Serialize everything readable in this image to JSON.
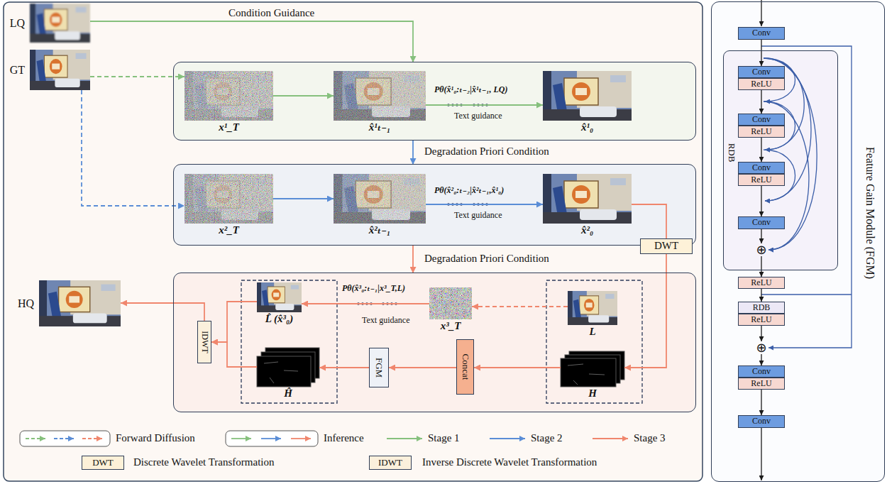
{
  "diagram": {
    "nodes": [
      {
        "text": [
          "LQ"
        ]
      },
      {
        "text": [
          "GT"
        ]
      },
      {
        "text": [
          "Pθ(x̂¹₀:ₜ₋₂|x̂¹ₜ₋₁, LQ)",
          "Text guidance"
        ]
      },
      {
        "text": [
          "x¹_T"
        ],
        "in": 2
      },
      {
        "text": [
          "x̂¹ₜ₋₁"
        ],
        "in": 2
      },
      {
        "text": [
          "x̂¹₀"
        ],
        "in": 2
      },
      {
        "text": [
          "Pθ(x̂²₀:ₜ₋₂|x̂²ₜ₋₁,x̂¹₀)",
          "Text guidance"
        ]
      },
      {
        "text": [
          "x²_T"
        ],
        "in": 6
      },
      {
        "text": [
          "x̂²ₜ₋₁"
        ],
        "in": 6
      },
      {
        "text": [
          "x̂²₀"
        ],
        "in": 6
      },
      {
        "text": [
          "DWT"
        ]
      },
      {
        "text": [
          "Pθ(x̂³₀:ₜ₋₁|x³_T,L)",
          "Text guidance"
        ]
      },
      {
        "text": [
          "L̂ (x̂³₀)"
        ],
        "in": 11
      },
      {
        "text": [
          "Ĥ"
        ],
        "in": 11
      },
      {
        "text": [
          "x³_T"
        ],
        "in": 11
      },
      {
        "text": [
          "L"
        ],
        "in": 11
      },
      {
        "text": [
          "H"
        ],
        "in": 11
      },
      {
        "text": [
          "Concat"
        ],
        "in": 11
      },
      {
        "text": [
          "FGM"
        ],
        "in": 11
      },
      {
        "text": [
          "IDWT"
        ],
        "in": 11
      },
      {
        "text": [
          "HQ"
        ]
      },
      {
        "text": [
          "DWT"
        ]
      },
      {
        "text": [
          "IDWT"
        ]
      },
      {
        "text": [
          "Feature Gain Module (FGM)"
        ]
      },
      {
        "text": [
          "Conv"
        ],
        "in": 23
      },
      {
        "text": [
          "RDB"
        ],
        "in": 23
      },
      {
        "text": [
          "Conv"
        ],
        "in": 25
      },
      {
        "text": [
          "ReLU"
        ],
        "in": 25
      },
      {
        "text": [
          "Conv"
        ],
        "in": 25
      },
      {
        "text": [
          "ReLU"
        ],
        "in": 25
      },
      {
        "text": [
          "Conv"
        ],
        "in": 25
      },
      {
        "text": [
          "ReLU"
        ],
        "in": 25
      },
      {
        "text": [
          "Conv"
        ],
        "in": 25
      },
      {
        "text": [
          "⊕"
        ],
        "in": 25
      },
      {
        "text": [
          "ReLU"
        ],
        "in": 23
      },
      {
        "text": [
          "RDB"
        ],
        "in": 23
      },
      {
        "text": [
          "ReLU"
        ],
        "in": 23
      },
      {
        "text": [
          "⊕"
        ],
        "in": 23
      },
      {
        "text": [
          "Conv"
        ],
        "in": 23
      },
      {
        "text": [
          "ReLU"
        ],
        "in": 23
      },
      {
        "text": [
          "Conv"
        ],
        "in": 23
      }
    ],
    "edges": [
      {
        "from": 0,
        "to": 2,
        "arrow": "to",
        "label": "Condition Guidance"
      },
      {
        "from": 1,
        "to": 3,
        "arrow": "to"
      },
      {
        "from": 1,
        "to": 7,
        "arrow": "to"
      },
      {
        "from": 3,
        "to": 4,
        "arrow": "to"
      },
      {
        "from": 4,
        "to": 5,
        "arrow": "to"
      },
      {
        "from": 2,
        "to": 6,
        "arrow": "to",
        "label": "Degradation Priori Condition"
      },
      {
        "from": 7,
        "to": 8,
        "arrow": "to"
      },
      {
        "from": 8,
        "to": 9,
        "arrow": "to"
      },
      {
        "from": 6,
        "to": 11,
        "arrow": "to",
        "label": "Degradation Priori Condition"
      },
      {
        "from": 9,
        "to": 10,
        "arrow": "none"
      },
      {
        "from": 10,
        "to": 16,
        "arrow": "to"
      },
      {
        "from": 15,
        "to": 14,
        "arrow": "to"
      },
      {
        "from": 14,
        "to": 12,
        "arrow": "to"
      },
      {
        "from": 16,
        "to": 17,
        "arrow": "to"
      },
      {
        "from": 17,
        "to": 18,
        "arrow": "to"
      },
      {
        "from": 18,
        "to": 13,
        "arrow": "to"
      },
      {
        "from": 12,
        "to": 19,
        "arrow": "to"
      },
      {
        "from": 13,
        "to": 19,
        "arrow": "to"
      },
      {
        "from": 19,
        "to": 20,
        "arrow": "to"
      },
      {
        "from": 24,
        "to": 26,
        "arrow": "to"
      },
      {
        "from": 27,
        "to": 28,
        "arrow": "to"
      },
      {
        "from": 29,
        "to": 30,
        "arrow": "to"
      },
      {
        "from": 31,
        "to": 32,
        "arrow": "to"
      },
      {
        "from": 32,
        "to": 33,
        "arrow": "to"
      },
      {
        "from": 33,
        "to": 34,
        "arrow": "to"
      },
      {
        "from": 34,
        "to": 35,
        "arrow": "to"
      },
      {
        "from": 36,
        "to": 37,
        "arrow": "to"
      },
      {
        "from": 37,
        "to": 38,
        "arrow": "to"
      },
      {
        "from": 39,
        "to": 40,
        "arrow": "to"
      }
    ],
    "legend": [
      {
        "text": "Forward Diffusion"
      },
      {
        "text": "Inference"
      },
      {
        "text": "Stage 1"
      },
      {
        "text": "Stage 2"
      },
      {
        "text": "Stage 3"
      },
      {
        "text": "Discrete Wavelet Transformation"
      },
      {
        "text": "Inverse Discrete Wavelet Transformation"
      }
    ]
  }
}
